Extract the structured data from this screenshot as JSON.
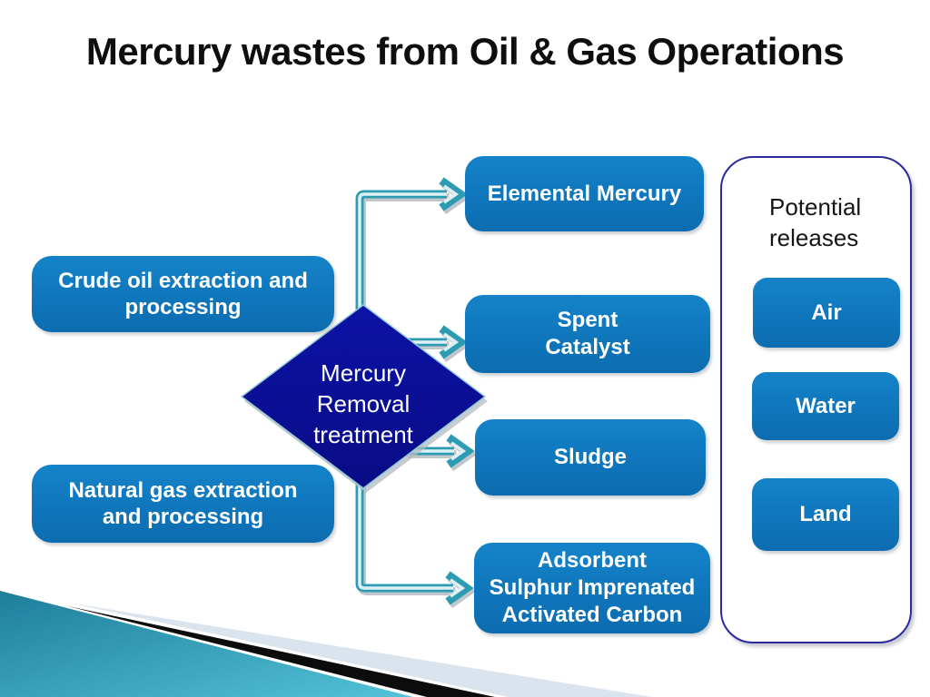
{
  "title": "Mercury wastes from Oil & Gas Operations",
  "sources": [
    {
      "label": "Crude oil extraction and\nprocessing"
    },
    {
      "label": "Natural gas extraction\nand processing"
    }
  ],
  "process": {
    "label": "Mercury\nRemoval\ntreatment"
  },
  "wastes": [
    {
      "label": "Elemental Mercury"
    },
    {
      "label": "Spent\nCatalyst"
    },
    {
      "label": "Sludge"
    },
    {
      "label": "Adsorbent\nSulphur Imprenated\nActivated Carbon"
    }
  ],
  "releases": {
    "title": "Potential\nreleases",
    "items": [
      {
        "label": "Air"
      },
      {
        "label": "Water"
      },
      {
        "label": "Land"
      }
    ]
  },
  "colors": {
    "box_blue": "#0f76bb",
    "diamond_navy": "#0a0d93",
    "arrow_teal": "#2d9cb3",
    "releases_border_navy": "#2b2b9e",
    "corner_teal": "#2a8aa6",
    "corner_pale": "#d9e4ee",
    "corner_black": "#0c0c0c"
  }
}
